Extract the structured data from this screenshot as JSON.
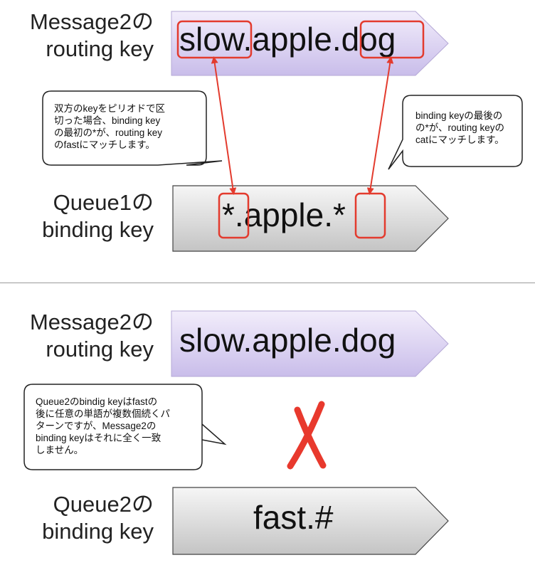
{
  "top": {
    "routing_label": [
      "Message2の",
      "routing key"
    ],
    "routing_key": {
      "part1": "slow",
      "sep1": ".",
      "part2": "apple",
      "sep2": ".",
      "part3": "dog"
    },
    "binding_label": [
      "Queue1の",
      "binding key"
    ],
    "binding_key": {
      "part1": "*",
      "sep1": ".",
      "part2": "apple",
      "sep2": ".",
      "part3": "*"
    },
    "bubble_left": [
      "双方のkeyをピリオドで区",
      "切った場合、binding key",
      "の最初の*が、routing key",
      "のfastにマッチします。"
    ],
    "bubble_right": [
      "binding keyの最後の",
      "の*が、routing keyの",
      "catにマッチします。"
    ]
  },
  "bottom": {
    "routing_label": [
      "Message2の",
      "routing key"
    ],
    "routing_key": "slow.apple.dog",
    "binding_label": [
      "Queue2の",
      "binding key"
    ],
    "binding_key": "fast.#",
    "bubble": [
      "Queue2のbindig keyはfastの",
      "後に任意の単語が複数個続くパ",
      "ターンですが、Message2の",
      "binding keyはそれに全く一致",
      "しません。"
    ],
    "mismatch_mark": "X"
  },
  "colors": {
    "routing_fill_top": "#f2edfb",
    "routing_fill_bottom": "#c9bdea",
    "binding_fill_top": "#f6f6f6",
    "binding_fill_bottom": "#c4c4c4",
    "highlight_red": "#e33b2e",
    "cross_red": "#e8392d"
  }
}
